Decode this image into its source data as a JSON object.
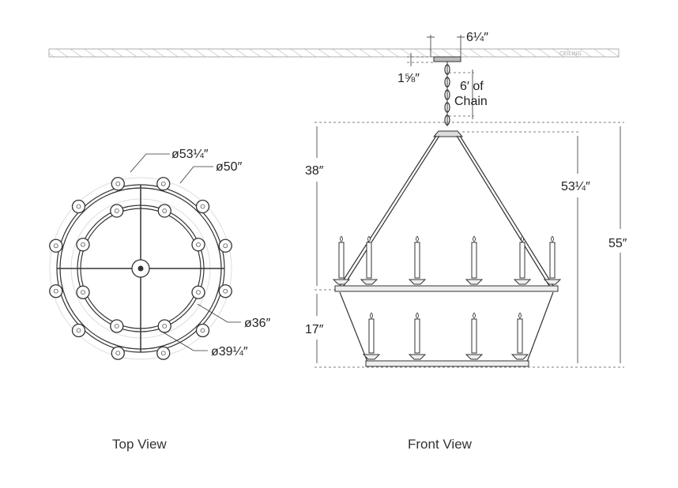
{
  "top_view": {
    "caption": "Top View",
    "dimensions": {
      "outer_overall": "ø53¼″",
      "outer_ring": "ø50″",
      "inner_ring": "ø36″",
      "inner_overall": "ø39¼″"
    },
    "outer_candle_count": 12,
    "inner_candle_count": 8
  },
  "front_view": {
    "caption": "Front View",
    "ceiling_label": "CEILING",
    "canopy_width": "6¼″",
    "canopy_height": "1⅝″",
    "chain_line1": "6′ of",
    "chain_line2": "Chain",
    "upper_tier_height": "38″",
    "lower_tier_height": "17″",
    "body_height": "53¼″",
    "overall_height": "55″",
    "upper_candle_count": 6,
    "lower_candle_count": 4
  }
}
